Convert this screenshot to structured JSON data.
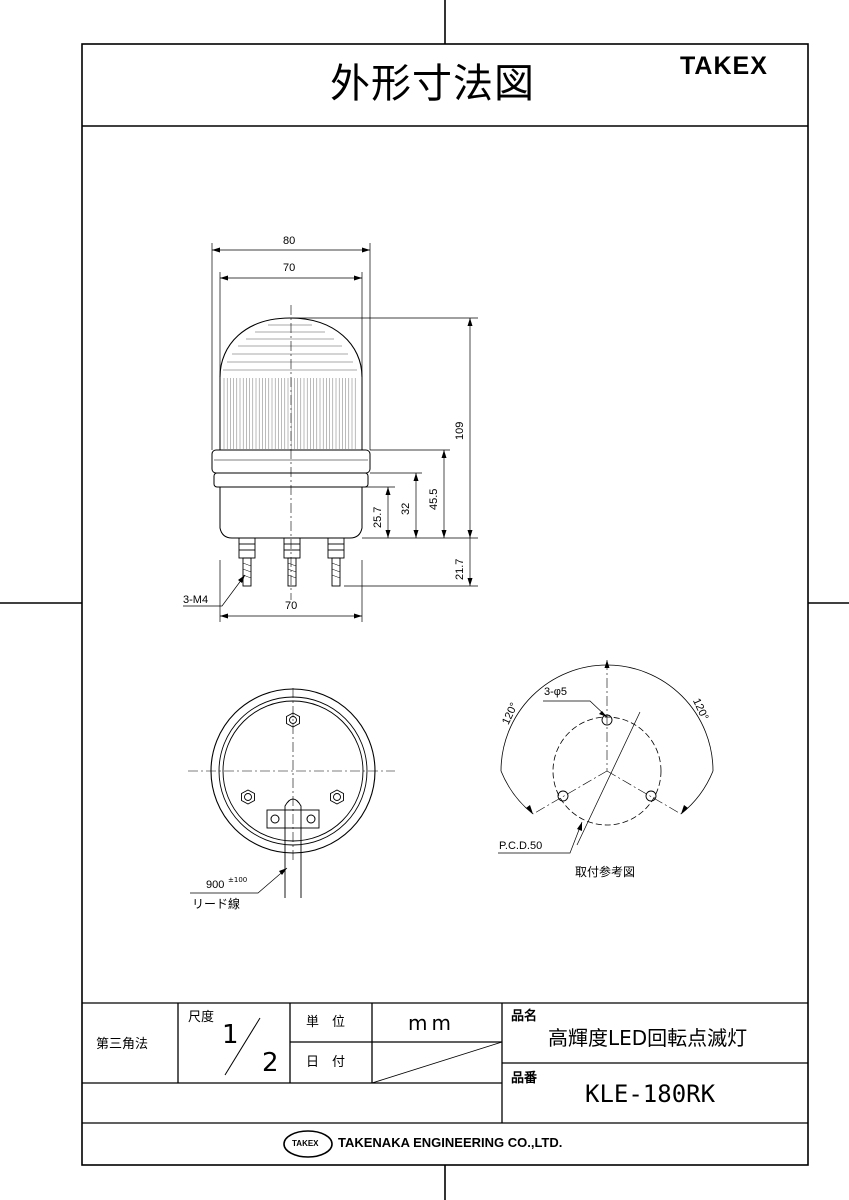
{
  "header": {
    "title": "外形寸法図",
    "brand": "TAKEX"
  },
  "front_view": {
    "dims": {
      "overall_width": "80",
      "dome_width": "70",
      "height": "109",
      "base_height": "45.5",
      "h32": "32",
      "h25_7": "25.7",
      "stud_length": "21.7",
      "stud_span": "70",
      "studs": "3-M4"
    }
  },
  "bottom_view": {
    "lead_length": "900",
    "lead_tol": "±100",
    "lead_label": "リード線"
  },
  "mounting": {
    "holes": "3-φ5",
    "angle_left": "120°",
    "angle_right": "120°",
    "pcd": "P.C.D.50",
    "caption": "取付参考図"
  },
  "title_block": {
    "projection": "第三角法",
    "scale_label": "尺度",
    "scale_num": "1",
    "scale_den": "2",
    "unit_label": "単　位",
    "unit_value": "mm",
    "date_label": "日　付",
    "name_label": "品名",
    "name_value": "高輝度LED回転点滅灯",
    "part_label": "品番",
    "part_value": "KLE-180RK"
  },
  "footer": {
    "logo": "TAKEX",
    "company": "TAKENAKA ENGINEERING CO.,LTD."
  }
}
